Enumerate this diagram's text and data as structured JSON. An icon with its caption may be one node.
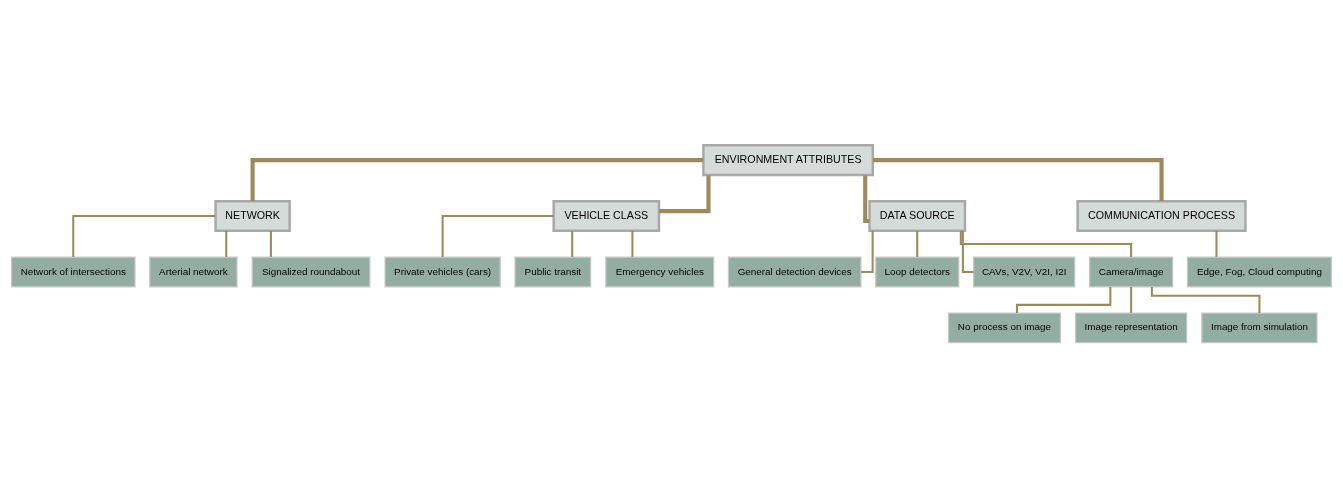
{
  "diagram": {
    "nodes": [
      {
        "text": [
          "ENVIRONMENT ATTRIBUTES"
        ]
      },
      {
        "text": [
          "NETWORK"
        ]
      },
      {
        "text": [
          "VEHICLE CLASS"
        ]
      },
      {
        "text": [
          "DATA SOURCE"
        ]
      },
      {
        "text": [
          "COMMUNICATION PROCESS"
        ]
      },
      {
        "text": [
          "Network of intersections"
        ]
      },
      {
        "text": [
          "Arterial network"
        ]
      },
      {
        "text": [
          "Signalized roundabout"
        ]
      },
      {
        "text": [
          "Private vehicles (cars)"
        ]
      },
      {
        "text": [
          "Public transit"
        ]
      },
      {
        "text": [
          "Emergency vehicles"
        ]
      },
      {
        "text": [
          "General detection devices"
        ]
      },
      {
        "text": [
          "Loop detectors"
        ]
      },
      {
        "text": [
          "CAVs, V2V, V2I, I2I"
        ]
      },
      {
        "text": [
          "Camera/image"
        ]
      },
      {
        "text": [
          "No process on image"
        ]
      },
      {
        "text": [
          "Image representation"
        ]
      },
      {
        "text": [
          "Image from simulation"
        ]
      },
      {
        "text": [
          "Edge, Fog, Cloud computing"
        ]
      }
    ],
    "edges": [
      {
        "from": 0,
        "to": 1,
        "arrow": "none",
        "style": "thick"
      },
      {
        "from": 0,
        "to": 2,
        "arrow": "none",
        "style": "thick"
      },
      {
        "from": 0,
        "to": 3,
        "arrow": "none",
        "style": "thick"
      },
      {
        "from": 0,
        "to": 4,
        "arrow": "none",
        "style": "thick"
      },
      {
        "from": 1,
        "to": 5,
        "arrow": "none"
      },
      {
        "from": 1,
        "to": 6,
        "arrow": "none"
      },
      {
        "from": 1,
        "to": 7,
        "arrow": "none"
      },
      {
        "from": 2,
        "to": 8,
        "arrow": "none"
      },
      {
        "from": 2,
        "to": 9,
        "arrow": "none"
      },
      {
        "from": 2,
        "to": 10,
        "arrow": "none"
      },
      {
        "from": 3,
        "to": 11,
        "arrow": "none"
      },
      {
        "from": 3,
        "to": 12,
        "arrow": "none"
      },
      {
        "from": 3,
        "to": 13,
        "arrow": "none"
      },
      {
        "from": 3,
        "to": 14,
        "arrow": "none"
      },
      {
        "from": 14,
        "to": 15,
        "arrow": "none"
      },
      {
        "from": 14,
        "to": 16,
        "arrow": "none"
      },
      {
        "from": 14,
        "to": 17,
        "arrow": "none"
      },
      {
        "from": 4,
        "to": 18,
        "arrow": "none"
      }
    ]
  }
}
